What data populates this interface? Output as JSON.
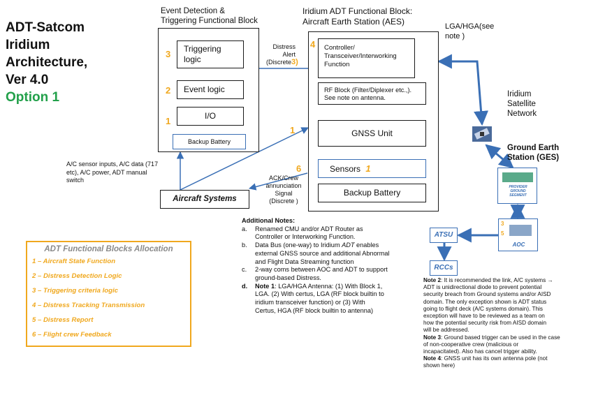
{
  "title": {
    "line1": "ADT-Satcom",
    "line2": "Iridium",
    "line3": "Architecture,",
    "line4": "Ver 4.0",
    "option": "Option 1"
  },
  "event_block": {
    "header_line1": "Event Detection &",
    "header_line2": "Triggering Functional Block",
    "triggering_line1": "Triggering",
    "triggering_line2": "logic",
    "event_logic": "Event logic",
    "io": "I/O",
    "backup_battery": "Backup Battery",
    "num_trigger": "3",
    "num_event": "2",
    "num_io": "1"
  },
  "distress_alert": {
    "line1": "Distress",
    "line2": "Alert",
    "line3": "(Discrete",
    "num": "3)"
  },
  "aes_block": {
    "header_line1": "Iridium ADT Functional Block:",
    "header_line2": "Aircraft Earth Station (AES)",
    "controller_line1": "Controller/",
    "controller_line2": "Transceiver/Interworking",
    "controller_line3": "Function",
    "controller_num": "4",
    "rf_line1": "RF Block (Filter/Diplexer etc.,).",
    "rf_line2": "See note on antenna.",
    "gnss": "GNSS Unit",
    "sensors": "Sensors",
    "sensors_num": "1",
    "backup_battery": "Backup Battery"
  },
  "antenna_label": {
    "line1": "LGA/HGA(see",
    "line2": "note )"
  },
  "satellite": {
    "line1": "Iridium",
    "line2": "Satellite",
    "line3": "Network"
  },
  "ges": {
    "line1": "Ground Earth",
    "line2": "Station (GES)",
    "provider_line1": "PROVIDER",
    "provider_line2": "GROUND",
    "provider_line3": "SEGMENT",
    "aoc": "AOC",
    "aoc_num1": "3",
    "aoc_num2": "5"
  },
  "atsu": "ATSU",
  "rccs": "RCCs",
  "aircraft_systems": "Aircraft Systems",
  "sensor_inputs": {
    "line1": "A/C sensor inputs, A/C data (717",
    "line2": "etc), A/C power, ADT manual",
    "line3": "switch"
  },
  "num_1_mid": "1",
  "ack": {
    "num": "6",
    "line1": "ACK/Crew",
    "line2": "annunciation",
    "line3": "Signal",
    "line4": "(Discrete   )"
  },
  "additional_notes": {
    "title": "Additional Notes:",
    "a_marker": "a.",
    "a_line1": "Renamed CMU and/or ADT Router as",
    "a_line2": "Controller or Interworking Function.",
    "b_marker": "b.",
    "b_line1a": "Data Bus (one-way) to Iridium ",
    "b_line1b": "ADT",
    "b_line1c": " enables",
    "b_line2": "external GNSS source and additional Abnormal",
    "b_line3": "and Flight Data Streaming function",
    "c_marker": "c.",
    "c_line1": "2-way coms between AOC and ADT to support",
    "c_line2": "ground-based Distress.",
    "d_marker": "d.",
    "d_line1a": "Note 1",
    "d_line1b": ": LGA/HGA Antenna: (1) With Block 1,",
    "d_line2": "LGA. (2) With certus, LGA  (RF block  builtin to",
    "d_line3": "iridium transceiver function) or (3) With",
    "d_line4": "Certus, HGA (RF block builtin to antenna)"
  },
  "legend": {
    "title": "ADT Functional Blocks Allocation",
    "items": [
      "1 – Aircraft State Function",
      "2 – Distress Detection Logic",
      "3 – Triggering criteria logic",
      "4 – Distress Tracking Transmission",
      "5 – Distress Report",
      "6 – Flight crew Feedback"
    ]
  },
  "notes_right": {
    "n2_label": "Note 2",
    "n2_line1": ":  It is recommended  the link, A/C systems →",
    "n2_line2": "ADT is unidirectional diode to prevent potential",
    "n2_line3": "security breach from Ground systems and/or AISD",
    "n2_line4": "domain. The only exception shown is ADT status",
    "n2_line5": "going to flight deck (A/C systems domain). This",
    "n2_line6": "exception will have to be reviewed as a team on",
    "n2_line7": "how the potential security risk from AISD domain",
    "n2_line8": "will be addressed.",
    "n3_label": "Note 3",
    "n3_line1": ": Ground based trigger can be used in the case",
    "n3_line2": "of non-cooperative crew (malicious or",
    "n3_line3": "incapacitated). Also has cancel trigger ability.",
    "n4_label": "Note 4",
    "n4_line1": ": GNSS unit has its own antenna pole (not",
    "n4_line2": "shown here)"
  },
  "colors": {
    "accent_orange": "#f0a81e",
    "option_green": "#22a04a",
    "arrow_blue": "#3a6fb5"
  }
}
